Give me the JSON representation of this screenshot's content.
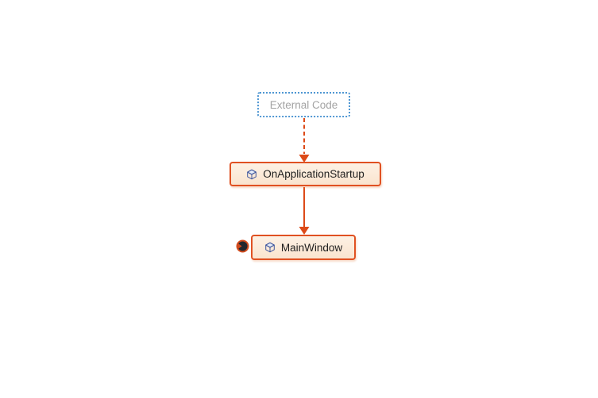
{
  "diagram": {
    "type": "code-map-call-graph",
    "background": "#ffffff",
    "nodes": [
      {
        "id": "external",
        "label": "External Code",
        "kind": "external-group",
        "border_style": "dotted",
        "border_color": "#4e96d2",
        "text_color": "#a3a3a3",
        "fill": "#ffffff"
      },
      {
        "id": "startup",
        "label": "OnApplicationStartup",
        "kind": "code-element",
        "icon": "cube-icon",
        "border_style": "solid",
        "border_color": "#e05122",
        "text_color": "#1e1e1e",
        "fill": "#fbe8d8"
      },
      {
        "id": "main",
        "label": "MainWindow",
        "kind": "code-element",
        "icon": "cube-icon",
        "border_style": "solid",
        "border_color": "#e05122",
        "text_color": "#1e1e1e",
        "fill": "#fbe8d8"
      }
    ],
    "edges": [
      {
        "from": "external",
        "to": "startup",
        "style": "dashed",
        "color": "#dd4a18",
        "arrowhead": "filled-triangle-down"
      },
      {
        "from": "startup",
        "to": "main",
        "style": "solid",
        "color": "#dd4a18",
        "arrowhead": "filled-triangle-down"
      }
    ],
    "controls": [
      {
        "id": "expand-main",
        "attached_to": "main",
        "icon": "expand-chevron-icon",
        "ring_color": "#d14b1d",
        "fill_color": "#22262d"
      }
    ],
    "colors": {
      "accent_orange": "#e05122",
      "arrow_orange": "#dd4a18",
      "node_fill": "#fbe8d8",
      "external_blue": "#4e96d2",
      "external_text": "#a3a3a3",
      "node_text": "#1e1e1e",
      "icon_blue": "#41589e"
    }
  }
}
